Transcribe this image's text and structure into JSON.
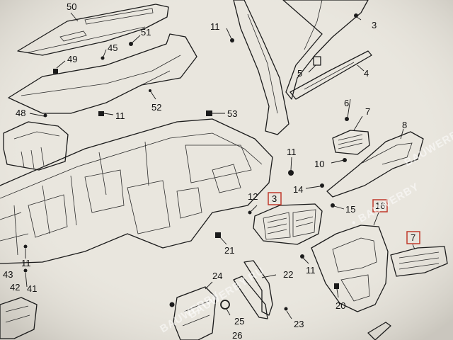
{
  "callouts": [
    {
      "id": "c50",
      "label": "50",
      "boxed": false
    },
    {
      "id": "c51",
      "label": "51",
      "boxed": false
    },
    {
      "id": "c45",
      "label": "45",
      "boxed": false
    },
    {
      "id": "c49",
      "label": "49",
      "boxed": false
    },
    {
      "id": "c11a",
      "label": "11",
      "boxed": false
    },
    {
      "id": "c3",
      "label": "3",
      "boxed": false
    },
    {
      "id": "c5",
      "label": "5",
      "boxed": false
    },
    {
      "id": "c4",
      "label": "4",
      "boxed": false
    },
    {
      "id": "c48",
      "label": "48",
      "boxed": false
    },
    {
      "id": "c11b",
      "label": "11",
      "boxed": false
    },
    {
      "id": "c52",
      "label": "52",
      "boxed": false
    },
    {
      "id": "c53",
      "label": "53",
      "boxed": false
    },
    {
      "id": "c6",
      "label": "6",
      "boxed": false
    },
    {
      "id": "c7",
      "label": "7",
      "boxed": false
    },
    {
      "id": "c8",
      "label": "8",
      "boxed": false
    },
    {
      "id": "c11c",
      "label": "11",
      "boxed": false
    },
    {
      "id": "c10",
      "label": "10",
      "boxed": false
    },
    {
      "id": "c14",
      "label": "14",
      "boxed": false
    },
    {
      "id": "c12",
      "label": "12",
      "boxed": false
    },
    {
      "id": "c3box",
      "label": "3",
      "boxed": true
    },
    {
      "id": "c15",
      "label": "15",
      "boxed": false
    },
    {
      "id": "c16box",
      "label": "16",
      "boxed": true
    },
    {
      "id": "c7box",
      "label": "7",
      "boxed": true
    },
    {
      "id": "c21",
      "label": "21",
      "boxed": false
    },
    {
      "id": "c11d",
      "label": "11",
      "boxed": false
    },
    {
      "id": "c43",
      "label": "43",
      "boxed": false
    },
    {
      "id": "c11e",
      "label": "11",
      "boxed": false
    },
    {
      "id": "c42",
      "label": "42",
      "boxed": false
    },
    {
      "id": "c41",
      "label": "41",
      "boxed": false
    },
    {
      "id": "c24",
      "label": "24",
      "boxed": false
    },
    {
      "id": "c22",
      "label": "22",
      "boxed": false
    },
    {
      "id": "c20",
      "label": "20",
      "boxed": false
    },
    {
      "id": "c25",
      "label": "25",
      "boxed": false
    },
    {
      "id": "c23",
      "label": "23",
      "boxed": false
    },
    {
      "id": "c26",
      "label": "26",
      "boxed": false
    }
  ],
  "watermarks": [
    {
      "id": "wm1",
      "text": "BAUWERBY"
    },
    {
      "id": "wm2",
      "text": "• BAUWERBY"
    },
    {
      "id": "wm3",
      "text": "BAUWERBY.RU"
    },
    {
      "id": "wm4",
      "text": "BAUWERBY"
    }
  ]
}
